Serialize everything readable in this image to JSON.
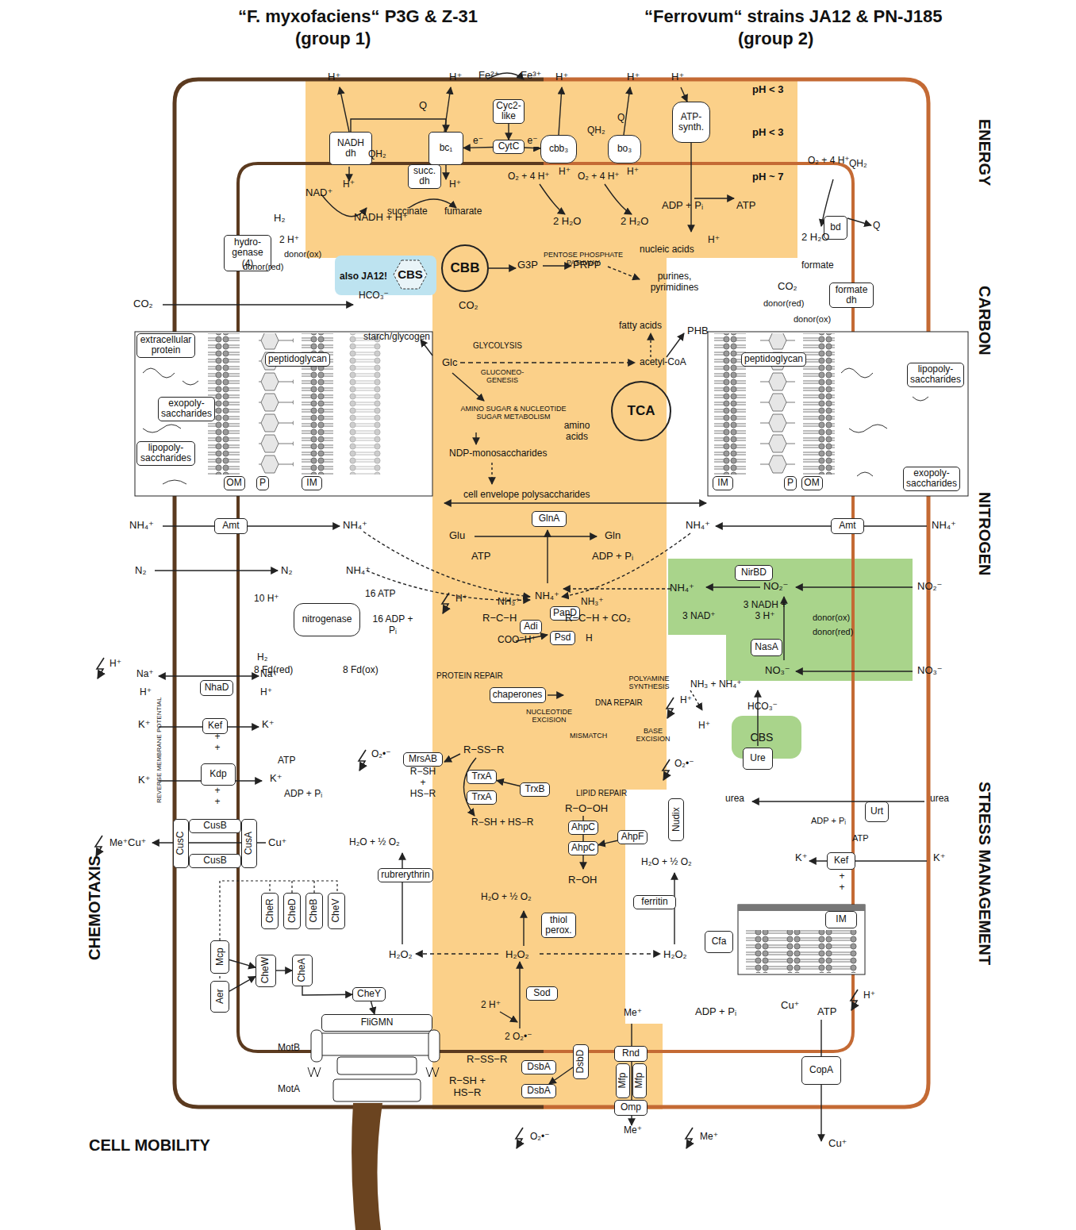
{
  "diagram": {
    "nodes": [
      {
        "text": [
          "NADH dh"
        ]
      },
      {
        "text": [
          "bc₁"
        ]
      },
      {
        "text": [
          "Cyc2-like"
        ]
      },
      {
        "text": [
          "CytC"
        ]
      },
      {
        "text": [
          "cbb₃"
        ]
      },
      {
        "text": [
          "bo₃"
        ]
      },
      {
        "text": [
          "ATP-synth."
        ]
      },
      {
        "text": [
          "succ. dh"
        ]
      },
      {
        "text": [
          "hydro-genase (4)"
        ]
      },
      {
        "text": [
          "CBS"
        ]
      },
      {
        "text": [
          "CBB"
        ]
      },
      {
        "text": [
          "bd"
        ]
      },
      {
        "text": [
          "formate dh"
        ]
      },
      {
        "text": [
          "TCA"
        ]
      },
      {
        "text": [
          "extracellular protein"
        ]
      },
      {
        "text": [
          "exopoly-saccharides"
        ]
      },
      {
        "text": [
          "lipopoly-saccharides"
        ]
      },
      {
        "text": [
          "peptidoglycan"
        ]
      },
      {
        "text": [
          "OM"
        ]
      },
      {
        "text": [
          "P"
        ]
      },
      {
        "text": [
          "IM"
        ]
      },
      {
        "text": [
          "peptidoglycan"
        ]
      },
      {
        "text": [
          "lipopoly-saccharides"
        ]
      },
      {
        "text": [
          "exopoly-saccharides"
        ]
      },
      {
        "text": [
          "IM"
        ]
      },
      {
        "text": [
          "P"
        ]
      },
      {
        "text": [
          "OM"
        ]
      },
      {
        "text": [
          "Amt"
        ]
      },
      {
        "text": [
          "GlnA"
        ]
      },
      {
        "text": [
          "Amt"
        ]
      },
      {
        "text": [
          "NirBD"
        ]
      },
      {
        "text": [
          "nitrogenase"
        ]
      },
      {
        "text": [
          "Adi"
        ]
      },
      {
        "text": [
          "PanD"
        ]
      },
      {
        "text": [
          "Psd"
        ]
      },
      {
        "text": [
          "NasA"
        ]
      },
      {
        "text": [
          "NhaD"
        ]
      },
      {
        "text": [
          "Kef"
        ]
      },
      {
        "text": [
          "Kdp"
        ]
      },
      {
        "text": [
          "chaperones"
        ]
      },
      {
        "text": [
          "MrsAB"
        ]
      },
      {
        "text": [
          "TrxA"
        ]
      },
      {
        "text": [
          "TrxA"
        ]
      },
      {
        "text": [
          "TrxB"
        ]
      },
      {
        "text": [
          "AhpC"
        ]
      },
      {
        "text": [
          "AhpC"
        ]
      },
      {
        "text": [
          "AhpF"
        ]
      },
      {
        "text": [
          "Nudix"
        ]
      },
      {
        "text": [
          "Ure"
        ]
      },
      {
        "text": [
          "Urt"
        ]
      },
      {
        "text": [
          "Kef"
        ]
      },
      {
        "text": [
          "CusC"
        ]
      },
      {
        "text": [
          "CusB"
        ]
      },
      {
        "text": [
          "CusB"
        ]
      },
      {
        "text": [
          "CusA"
        ]
      },
      {
        "text": [
          "rubrerythrin"
        ]
      },
      {
        "text": [
          "thiol perox."
        ]
      },
      {
        "text": [
          "ferritin"
        ]
      },
      {
        "text": [
          "Cfa"
        ]
      },
      {
        "text": [
          "IM"
        ]
      },
      {
        "text": [
          "CheR"
        ]
      },
      {
        "text": [
          "CheD"
        ]
      },
      {
        "text": [
          "CheB"
        ]
      },
      {
        "text": [
          "CheV"
        ]
      },
      {
        "text": [
          "Mcp"
        ]
      },
      {
        "text": [
          "CheW"
        ]
      },
      {
        "text": [
          "CheA"
        ]
      },
      {
        "text": [
          "Aer"
        ]
      },
      {
        "text": [
          "CheY"
        ]
      },
      {
        "text": [
          "FliGMN"
        ]
      },
      {
        "text": [
          "Sod"
        ]
      },
      {
        "text": [
          "DsbA"
        ]
      },
      {
        "text": [
          "DsbA"
        ]
      },
      {
        "text": [
          "DsbD"
        ]
      },
      {
        "text": [
          "Rnd"
        ]
      },
      {
        "text": [
          "Mfp"
        ]
      },
      {
        "text": [
          "Mfp"
        ]
      },
      {
        "text": [
          "Omp"
        ]
      },
      {
        "text": [
          "CopA"
        ]
      },
      {
        "text": [
          "CBS"
        ]
      }
    ],
    "edges": [
      {
        "from": 0,
        "to": 1,
        "arrow": "to"
      },
      {
        "from": 2,
        "to": 3,
        "arrow": "to"
      },
      {
        "from": 3,
        "to": 1,
        "label": "e⁻",
        "arrow": "to"
      },
      {
        "from": 3,
        "to": 4,
        "label": "e⁻",
        "arrow": "to"
      },
      {
        "from": 64,
        "to": 65,
        "arrow": "to"
      },
      {
        "from": 67,
        "to": 65,
        "arrow": "to"
      },
      {
        "from": 65,
        "to": 66,
        "arrow": "to"
      },
      {
        "from": 66,
        "to": 68,
        "arrow": "to"
      },
      {
        "from": 68,
        "to": 69,
        "arrow": "to"
      },
      {
        "from": 43,
        "to": 41,
        "arrow": "to"
      },
      {
        "from": 46,
        "to": 45,
        "arrow": "to"
      },
      {
        "from": 73,
        "to": 72,
        "arrow": "to"
      }
    ],
    "labels": [
      "“F. myxofaciens“ P3G & Z-31",
      "(group 1)",
      "“Ferrovum“ strains JA12 & PN-J185",
      "(group 2)",
      "H⁺",
      "H⁺",
      "Fe²⁺",
      "Fe³⁺",
      "H⁺",
      "H⁺",
      "H⁺",
      "pH < 3",
      "pH < 3",
      "pH ~ 7",
      "ENERGY",
      "CARBON",
      "NITROGEN",
      "STRESS MANAGEMENT",
      "CHEMOTAXIS",
      "CELL MOBILITY",
      "Q",
      "QH₂",
      "NAD⁺",
      "H⁺",
      "NADH + H⁺",
      "succinate",
      "fumarate",
      "H⁺",
      "O₂ + 4 H⁺",
      "H⁺",
      "2 H₂O",
      "QH₂",
      "Q",
      "O₂ + 4 H⁺",
      "H⁺",
      "2 H₂O",
      "ADP + Pᵢ",
      "ATP",
      "H⁺",
      "O₂ + 4 H⁺",
      "QH₂",
      "Q",
      "2 H₂O",
      "nucleic acids",
      "H₂",
      "2 H⁺",
      "donor(ox)",
      "donor(red)",
      "CO₂",
      "HCO₃⁻",
      "also JA12!",
      "PENTOSE PHOSPHATE PATHWAY",
      "G3P",
      "PRPP",
      "purines, pyrimidines",
      "CO₂",
      "fatty acids",
      "PHB",
      "formate",
      "CO₂",
      "donor(red)",
      "donor(ox)",
      "starch/glycogen",
      "GLYCOLYSIS",
      "Glc",
      "acetyl-CoA",
      "GLUCONEO-GENESIS",
      "amino acids",
      "AMINO SUGAR & NUCLEOTIDE SUGAR METABOLISM",
      "NDP-monosaccharides",
      "cell envelope polysaccharides",
      "NH₄⁺",
      "NH₄⁺",
      "Glu",
      "Gln",
      "ATP",
      "ADP + Pᵢ",
      "NH₄⁺",
      "NH₄⁺",
      "N₂",
      "N₂",
      "NH₄⁺",
      "NH₄⁺",
      "NH₄⁺",
      "NO₂⁻",
      "NO₂⁻",
      "10 H⁺",
      "16 ATP",
      "H₂",
      "16 ADP + Pᵢ",
      "8 Fd(red)",
      "8 Fd(ox)",
      "3 NAD⁺",
      "3 NADH + 3 H⁺",
      "donor(ox)",
      "donor(red)",
      "NO₃⁻",
      "NO₃⁻",
      "H⁺",
      "NH₃⁺",
      "R−C−H",
      "COO⁻H⁺",
      "NH₃⁺",
      "R−C−H + CO₂",
      "H",
      "POLYAMINE SYNTHESIS",
      "PROTEIN REPAIR",
      "NH₃ + NH₄⁺",
      "Na⁺",
      "H⁺",
      "Na⁺",
      "H⁺",
      "H⁺",
      "K⁺",
      "K⁺",
      "REVERSE MEMBRANE POTENTIAL",
      "+ +",
      "ATP",
      "K⁺",
      "K⁺",
      "ADP + Pᵢ",
      "+ +",
      "H⁺",
      "H⁺",
      "HCO₃⁻",
      "NUCLEOTIDE EXCISION",
      "DNA REPAIR",
      "MISMATCH",
      "BASE EXCISION",
      "O₂•⁻",
      "R−SS−R",
      "R−SH + HS−R",
      "O₂•⁻",
      "LIPID REPAIR",
      "R−O−OH",
      "R−SH + HS−R",
      "R−OH",
      "urea",
      "urea",
      "ADP + Pᵢ",
      "ATP",
      "K⁺",
      "K⁺",
      "+ +",
      "Me⁺",
      "Cu⁺",
      "Cu⁺",
      "H₂O + ½ O₂",
      "H₂O + ½ O₂",
      "H₂O + ½ O₂",
      "H₂O₂",
      "H₂O₂",
      "H₂O₂",
      "H⁺",
      "2 H⁺",
      "2 O₂•⁻",
      "Cu⁺",
      "ADP + Pᵢ",
      "ATP",
      "Me⁺",
      "MotB",
      "MotA",
      "R−SS−R",
      "R−SH + HS−R",
      "O₂•⁻",
      "Me⁺",
      "Me⁺",
      "Cu⁺"
    ]
  }
}
